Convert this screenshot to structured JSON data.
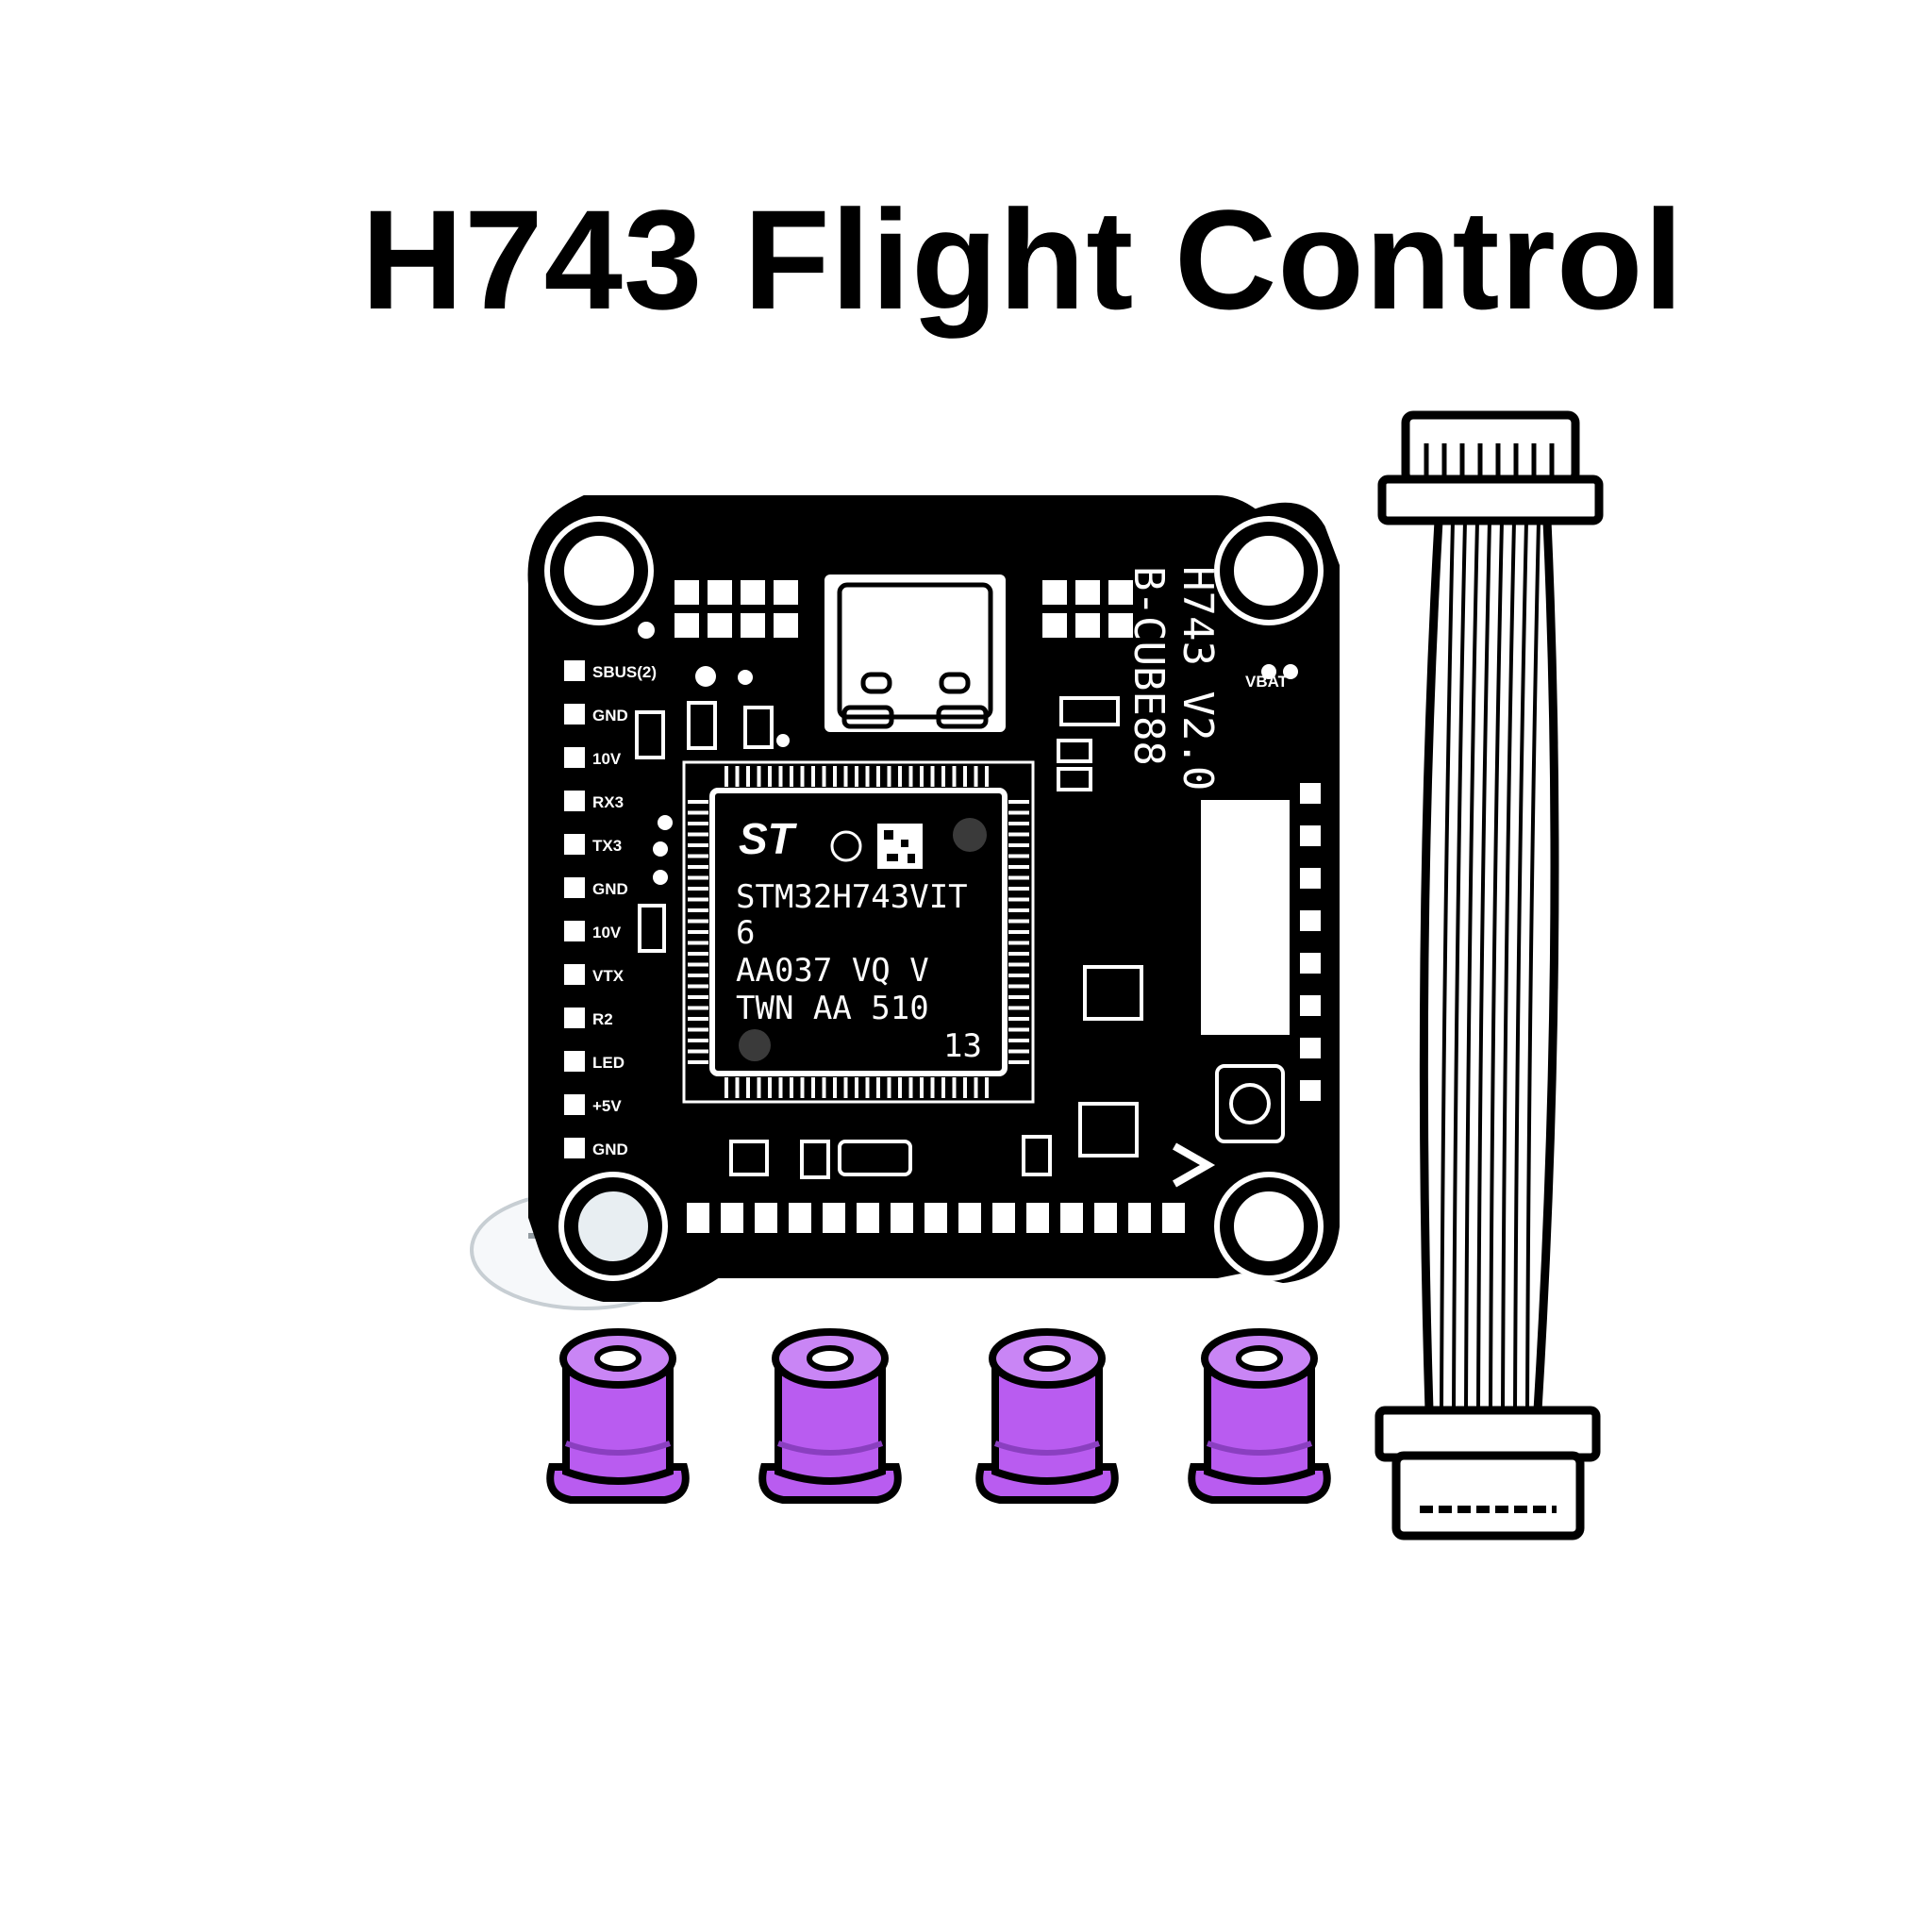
{
  "title": "H743 Flight Control",
  "board": {
    "model_lines": [
      "H743 V2.0",
      "B-CUBE88"
    ],
    "chip": {
      "logo": "ST",
      "line1": "STM32H743VIT",
      "line2": "6",
      "line3": "AA037 VQ V",
      "line4": "TWN AA 510",
      "line5": "13"
    },
    "left_pads": [
      "SBUS(2)",
      "GND",
      "10V",
      "RX3",
      "TX3",
      "GND",
      "10V",
      "VTX",
      "R2",
      "LED",
      "+5V",
      "GND"
    ],
    "right_pads": [
      "VBAT"
    ]
  },
  "accessories": {
    "grommets": 4,
    "cable_pins": 8
  },
  "colors": {
    "board": "#000000",
    "grommet": "#b95cf0",
    "grommet_dark": "#8a3fc0",
    "outline": "#000000"
  },
  "watermark": "logo"
}
